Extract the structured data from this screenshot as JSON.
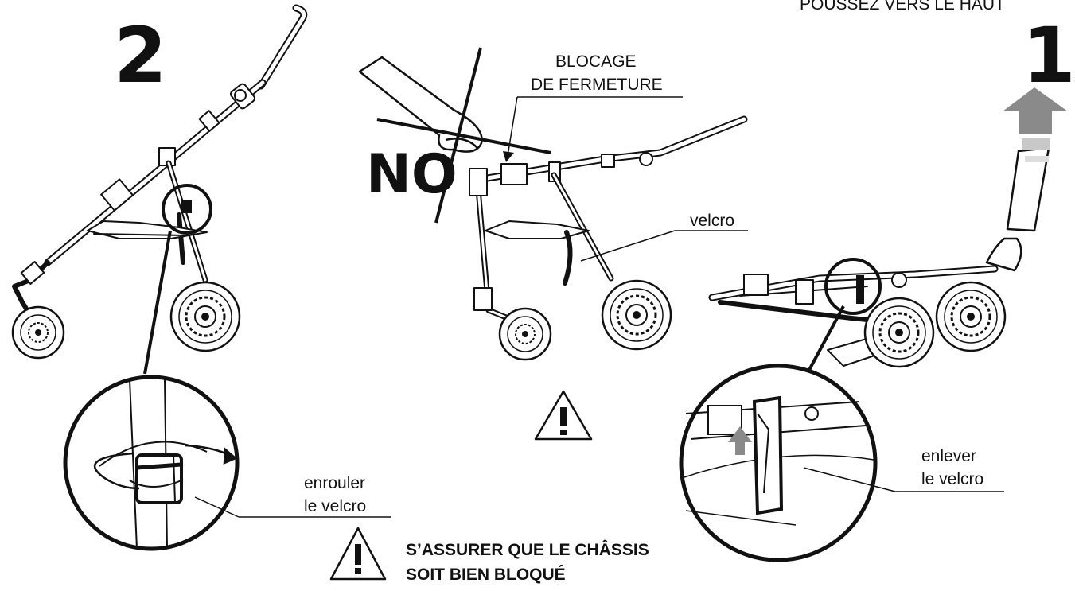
{
  "top_label": "POUSSEZ VERS LE HAUT",
  "steps": [
    {
      "number": "2",
      "label": [
        "enrouler",
        "le velcro"
      ]
    },
    {
      "number": "1",
      "label": [
        "enlever",
        "le velcro"
      ]
    }
  ],
  "middle": {
    "prohibited": "NO",
    "callout_lock": [
      "BLOCAGE",
      "DE FERMETURE"
    ],
    "callout_velcro": "velcro"
  },
  "warning": {
    "line1": "S’ASSURER QUE LE CHÂSSIS",
    "line2": "SOIT BIEN BLOQUÉ"
  },
  "colors": {
    "ink": "#111111",
    "arrow": "#8a8a8a",
    "arrow_light": "#c8c8c8"
  },
  "icons": [
    "warning-triangle-icon",
    "up-arrow-icon",
    "rotation-arrow-icon"
  ]
}
